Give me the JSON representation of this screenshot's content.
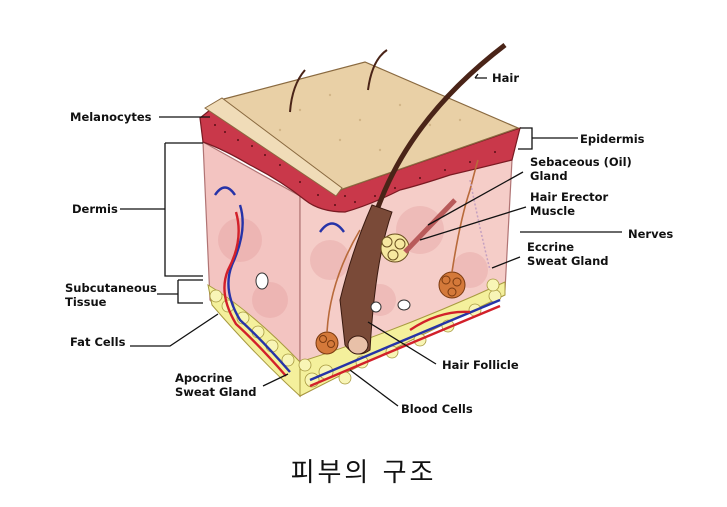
{
  "labels": {
    "hair": "Hair",
    "melanocytes": "Melanocytes",
    "epidermis": "Epidermis",
    "sebaceous_line1": "Sebaceous (Oil)",
    "sebaceous_line2": "Gland",
    "hair_erector_line1": "Hair Erector",
    "hair_erector_line2": "Muscle",
    "dermis": "Dermis",
    "nerves": "Nerves",
    "eccrine_line1": "Eccrine",
    "eccrine_line2": "Sweat Gland",
    "subcutaneous_line1": "Subcutaneous",
    "subcutaneous_line2": "Tissue",
    "fat_cells": "Fat Cells",
    "hair_follicle": "Hair Follicle",
    "apocrine_line1": "Apocrine",
    "apocrine_line2": "Sweat Gland",
    "blood_cells": "Blood Cells"
  },
  "caption": "피부의 구조",
  "colors": {
    "epidermis_top": "#e9d0a6",
    "epidermis_edge": "#d9b98a",
    "red_layer": "#c9384a",
    "dermis": "#f3c4c1",
    "dermis_dark": "#e5a6a6",
    "fat": "#f4f09c",
    "vein": "#2633a8",
    "artery": "#d2202a",
    "hair": "#4a2418",
    "gland": "#d4793a"
  }
}
